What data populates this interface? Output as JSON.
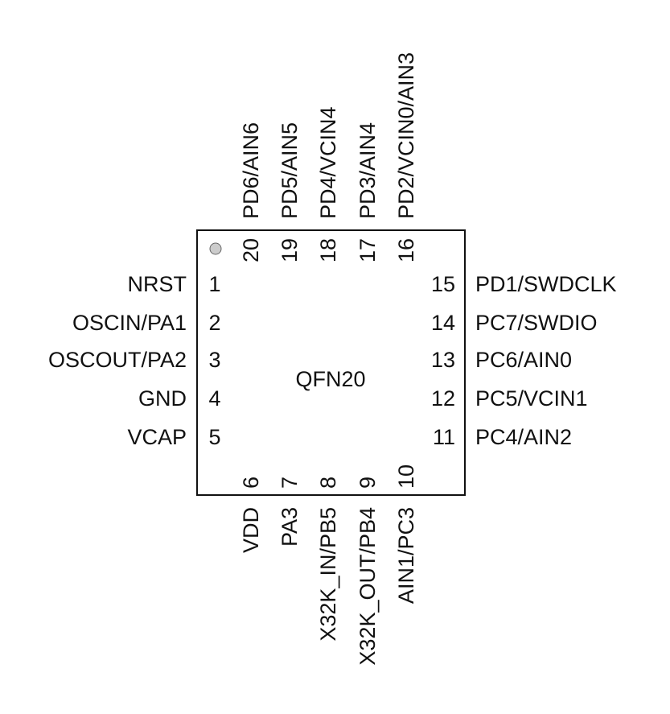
{
  "package": {
    "label": "QFN20",
    "outline_color": "#111111",
    "pin1_marker_color": "#cccccc"
  },
  "pins_left": [
    {
      "number": "1",
      "name": "NRST"
    },
    {
      "number": "2",
      "name": "OSCIN/PA1"
    },
    {
      "number": "3",
      "name": "OSCOUT/PA2"
    },
    {
      "number": "4",
      "name": "GND"
    },
    {
      "number": "5",
      "name": "VCAP"
    }
  ],
  "pins_bottom": [
    {
      "number": "6",
      "name": "VDD"
    },
    {
      "number": "7",
      "name": "PA3"
    },
    {
      "number": "8",
      "name": "X32K_IN/PB5"
    },
    {
      "number": "9",
      "name": "X32K_OUT/PB4"
    },
    {
      "number": "10",
      "name": "AIN1/PC3"
    }
  ],
  "pins_right": [
    {
      "number": "11",
      "name": "PC4/AIN2"
    },
    {
      "number": "12",
      "name": "PC5/VCIN1"
    },
    {
      "number": "13",
      "name": "PC6/AIN0"
    },
    {
      "number": "14",
      "name": "PC7/SWDIO"
    },
    {
      "number": "15",
      "name": "PD1/SWDCLK"
    }
  ],
  "pins_top": [
    {
      "number": "16",
      "name": "PD2/VCIN0/AIN3"
    },
    {
      "number": "17",
      "name": "PD3/AIN4"
    },
    {
      "number": "18",
      "name": "PD4/VCIN4"
    },
    {
      "number": "19",
      "name": "PD5/AIN5"
    },
    {
      "number": "20",
      "name": "PD6/AIN6"
    }
  ]
}
